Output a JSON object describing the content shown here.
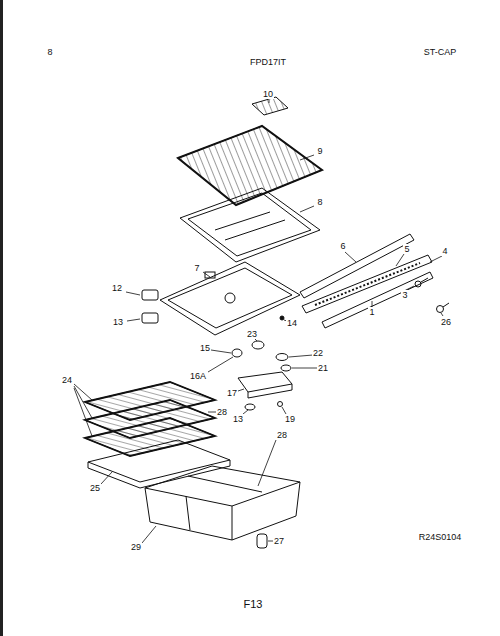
{
  "diagram": {
    "labels": [
      "8",
      "FPD17IT",
      "ST-CAP",
      "10",
      "9",
      "8",
      "6",
      "5",
      "4",
      "7",
      "12",
      "3",
      "26",
      "13",
      "14",
      "1",
      "23",
      "15",
      "22",
      "21",
      "16A",
      "24",
      "17",
      "28",
      "13",
      "19",
      "28",
      "25",
      "R24S0104",
      "27",
      "29",
      "F13"
    ]
  }
}
